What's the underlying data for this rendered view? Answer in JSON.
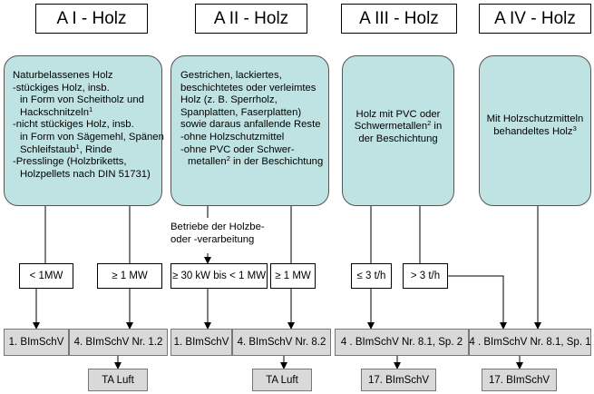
{
  "columns": [
    {
      "title": "A I - Holz"
    },
    {
      "title": "A II - Holz"
    },
    {
      "title": "A III - Holz"
    },
    {
      "title": "A IV - Holz"
    }
  ],
  "descriptions": {
    "a1": [
      "Naturbelassenes Holz",
      "-stückiges Holz, insb.",
      "  in Form von Scheitholz und",
      "  Hackschnitzeln",
      "-nicht stückiges Holz, insb.",
      "  in Form von Sägemehl, Spänen",
      "  Schleifstaub",
      ", Rinde",
      "-Presslinge (Holzbriketts,",
      "  Holzpellets nach DIN 51731)"
    ],
    "a1_sup": [
      "1",
      "1"
    ],
    "a2": [
      "Gestrichen, lackiertes,",
      "beschichtetes oder verleimtes",
      "Holz (z. B. Sperrholz,",
      "Spanplatten, Faserplatten)",
      "sowie daraus anfallende Reste",
      "-ohne Holzschutzmittel",
      "-ohne PVC oder Schwer-",
      "  metallen",
      " in der Beschichtung"
    ],
    "a2_sup": "2",
    "a3": [
      "Holz mit PVC oder",
      "Schwermetallen",
      " in",
      "der Beschichtung"
    ],
    "a3_sup": "2",
    "a4": [
      "Mit Holzschutzmitteln",
      "behandeltes Holz"
    ],
    "a4_sup": "3"
  },
  "note": [
    "Betriebe der Holzbe-",
    "oder -verarbeitung"
  ],
  "conditions": [
    "< 1MW",
    "≥ 1 MW",
    "≥ 30 kW bis < 1 MW",
    "≥ 1 MW",
    "≤ 3 t/h",
    "> 3 t/h"
  ],
  "regulations": [
    "1. BImSchV",
    "4. BImSchV Nr. 1.2",
    "1. BImSchV",
    "4. BImSchV Nr. 8.2",
    "4 . BImSchV Nr. 8.1, Sp. 2",
    "4 . BImSchV Nr. 8.1, Sp. 1"
  ],
  "targets": [
    "TA Luft",
    "TA Luft",
    "17. BImSchV",
    "17. BImSchV"
  ],
  "colors": {
    "desc_fill": "#bfe3e3",
    "reg_fill": "#d9d9d9",
    "line": "#000000"
  }
}
